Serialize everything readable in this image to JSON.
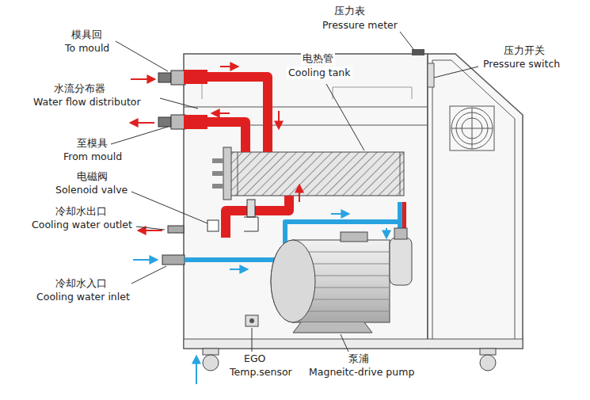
{
  "diagram": {
    "labels": [
      "模具回",
      "To mould",
      "水流分布器",
      "Water flow distributor",
      "至模具",
      "From mould",
      "电磁阀",
      "Solenoid valve",
      "冷却水出口",
      "Cooling water outlet",
      "冷却水入口",
      "Cooling water inlet",
      "压力表",
      "Pressure meter",
      "电热管",
      "Cooling tank",
      "压力开关",
      "Pressure switch",
      "EGO",
      "Temp.sensor",
      "泵浦",
      "Magneitc-drive pump"
    ]
  }
}
